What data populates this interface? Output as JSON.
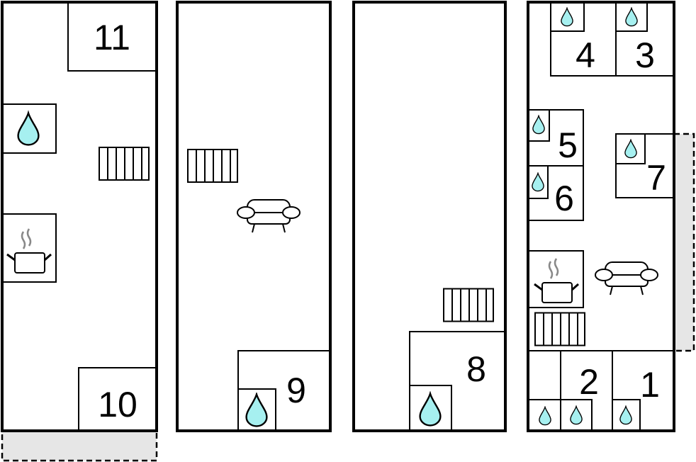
{
  "floors": [
    {
      "rooms": [
        "11",
        "10"
      ]
    },
    {
      "rooms": [
        "9"
      ]
    },
    {
      "rooms": [
        "8"
      ]
    },
    {
      "rooms": [
        "4",
        "3",
        "5",
        "6",
        "7",
        "2",
        "1"
      ]
    }
  ],
  "icons": [
    "water-drop-icon",
    "stairs-icon",
    "cooking-pot-icon",
    "sofa-icon"
  ],
  "colors": {
    "water": "#a6f0f0",
    "terrace": "#e6e6e6"
  }
}
